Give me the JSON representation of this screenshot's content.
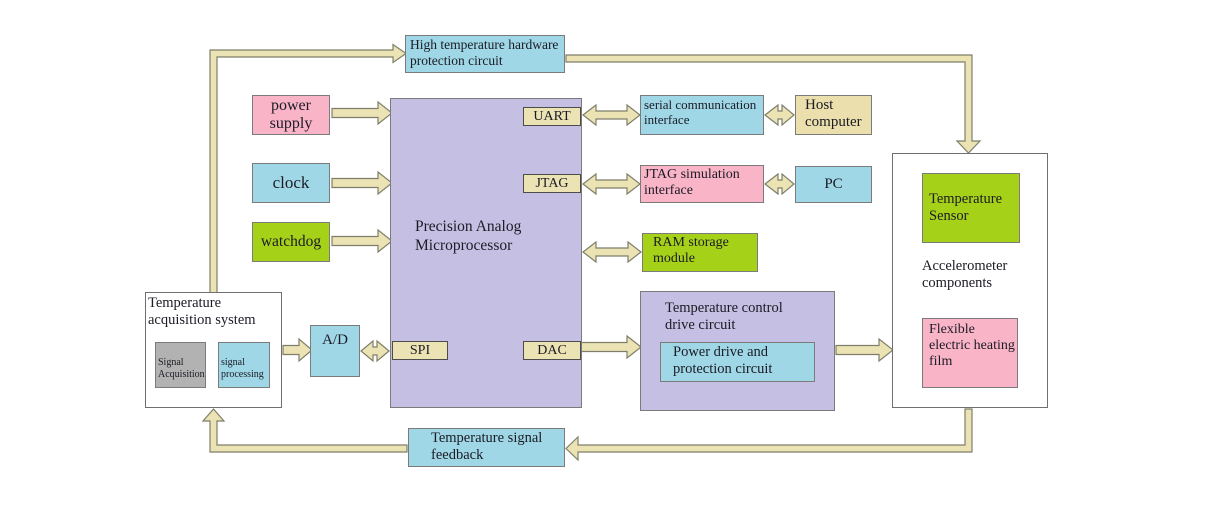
{
  "diagram_type": "block-diagram",
  "subject": "Precision analog microprocessor temperature control system",
  "colors": {
    "cyan_box": "#9fd7e7",
    "pink_box": "#f9b4c8",
    "green_box": "#a6d119",
    "purple_box": "#c6bfe4",
    "tan_box": "#ecdfae",
    "gray_box": "#b2b2b2",
    "arrow_fill": "#ece3b4",
    "background": "#ffffff"
  },
  "nodes": {
    "protection": "High temperature hardware protection circuit",
    "power_supply": "power supply",
    "clock": "clock",
    "watchdog": "watchdog",
    "processor": "Precision Analog Microprocessor",
    "uart": "UART",
    "jtag": "JTAG",
    "spi": "SPI",
    "dac": "DAC",
    "serial_interface": "serial communication interface",
    "host_computer": "Host computer",
    "jtag_interface": "JTAG simulation interface",
    "pc": "PC",
    "ram": "RAM storage module",
    "drive_circuit": "Temperature control drive circuit",
    "power_drive": "Power drive and protection circuit",
    "accelerometer": "Accelerometer components",
    "temp_sensor": "Temperature Sensor",
    "heating_film": "Flexible electric heating film",
    "acquisition": "Temperature acquisition system",
    "signal_acquisition": "Signal Acquisition",
    "signal_processing": "signal processing",
    "ad_converter": "A/D",
    "feedback": "Temperature signal feedback"
  },
  "connections": [
    {
      "from": "power supply",
      "to": "Precision Analog Microprocessor",
      "bidirectional": false
    },
    {
      "from": "clock",
      "to": "Precision Analog Microprocessor",
      "bidirectional": false
    },
    {
      "from": "watchdog",
      "to": "Precision Analog Microprocessor",
      "bidirectional": false
    },
    {
      "from": "UART",
      "to": "serial communication interface",
      "bidirectional": true
    },
    {
      "from": "serial communication interface",
      "to": "Host computer",
      "bidirectional": true
    },
    {
      "from": "JTAG",
      "to": "JTAG simulation interface",
      "bidirectional": true
    },
    {
      "from": "JTAG simulation interface",
      "to": "PC",
      "bidirectional": true
    },
    {
      "from": "Precision Analog Microprocessor",
      "to": "RAM storage module",
      "bidirectional": true
    },
    {
      "from": "DAC",
      "to": "Temperature control drive circuit",
      "bidirectional": false
    },
    {
      "from": "Temperature control drive circuit",
      "to": "Accelerometer components",
      "bidirectional": false
    },
    {
      "from": "Temperature acquisition system",
      "to": "A/D",
      "bidirectional": false
    },
    {
      "from": "A/D",
      "to": "SPI",
      "bidirectional": true
    },
    {
      "from": "Signal Acquisition",
      "to": "signal processing",
      "bidirectional": false
    },
    {
      "from": "Temperature acquisition system",
      "to": "High temperature hardware protection circuit",
      "bidirectional": false
    },
    {
      "from": "High temperature hardware protection circuit",
      "to": "Accelerometer components",
      "bidirectional": false
    },
    {
      "from": "Accelerometer components",
      "to": "Temperature signal feedback",
      "bidirectional": false
    },
    {
      "from": "Temperature signal feedback",
      "to": "Temperature acquisition system",
      "bidirectional": false
    }
  ]
}
